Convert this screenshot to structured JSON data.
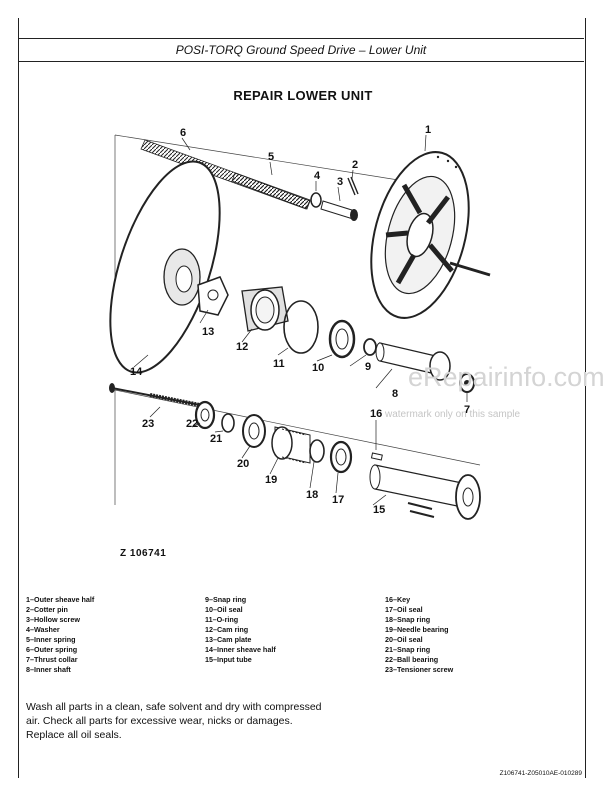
{
  "header": {
    "title": "POSI-TORQ Ground Speed Drive – Lower Unit"
  },
  "section_title": "REPAIR LOWER UNIT",
  "callouts": [
    "1",
    "2",
    "3",
    "4",
    "5",
    "6",
    "7",
    "8",
    "9",
    "10",
    "11",
    "12",
    "13",
    "14",
    "15",
    "16",
    "17",
    "18",
    "19",
    "20",
    "21",
    "22",
    "23"
  ],
  "figure_id": "Z 106741",
  "legend": {
    "col1": [
      "1–Outer sheave half",
      "2–Cotter pin",
      "3–Hollow screw",
      "4–Washer",
      "5–Inner spring",
      "6–Outer spring",
      "7–Thrust collar",
      "8–Inner shaft"
    ],
    "col2": [
      "9–Snap ring",
      "10–Oil seal",
      "11–O-ring",
      "12–Cam ring",
      "13–Cam plate",
      "14–Inner sheave half",
      "15–Input tube"
    ],
    "col3": [
      "16–Key",
      "17–Oil seal",
      "18–Snap ring",
      "19–Needle bearing",
      "20–Oil seal",
      "21–Snap ring",
      "22–Ball bearing",
      "23–Tensioner screw"
    ]
  },
  "note": "Wash all parts in a clean, safe solvent and dry with compressed air. Check all parts for excessive wear, nicks or damages. Replace all oil seals.",
  "footer_code": "Z106741-Z05010AE-010289",
  "watermark": {
    "brand": "eRepairinfo.com",
    "notice": "watermark only on this sample"
  }
}
